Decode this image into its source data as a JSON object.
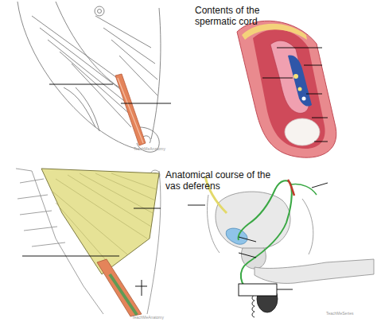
{
  "diagram": {
    "labels": [
      "Contents of the spermatic cord",
      "Anatomical course of the vas deferens",
      "TeachMeAnatomy",
      "TeachMeAnatomy",
      "TeachMeSeries"
    ]
  }
}
